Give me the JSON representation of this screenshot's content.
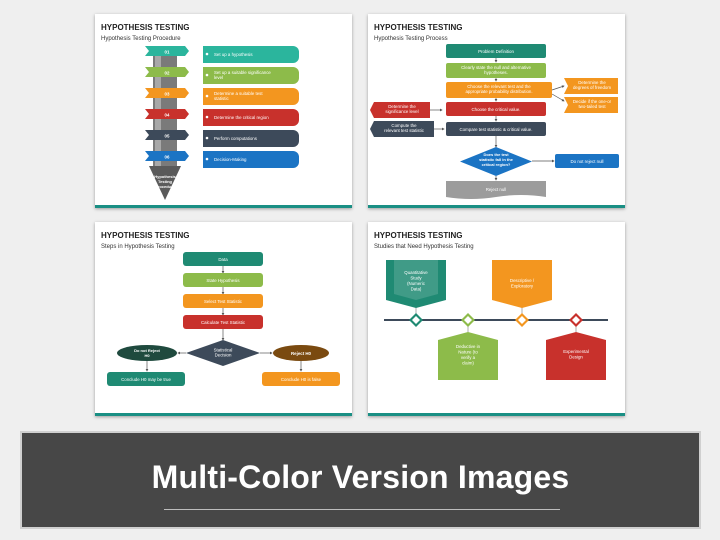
{
  "slides": [
    {
      "title": "HYPOTHESIS TESTING",
      "subtitle": "Hypothesis Testing Procedure",
      "steps": [
        {
          "num": "01",
          "text": "Set up a hypothesis",
          "color": "#2bb59d"
        },
        {
          "num": "02",
          "text": "Set up a suitable significance level",
          "color": "#8dbb4a"
        },
        {
          "num": "03",
          "text": "Determine a suitable test statistic",
          "color": "#f3961f"
        },
        {
          "num": "04",
          "text": "Determine the critical region",
          "color": "#c8312c"
        },
        {
          "num": "05",
          "text": "Perform computations",
          "color": "#3d4a5a"
        },
        {
          "num": "06",
          "text": "Decision-Making",
          "color": "#1b74c4"
        }
      ],
      "arrow_label": "Hypothesis Testing Procedure"
    },
    {
      "title": "HYPOTHESIS TESTING",
      "subtitle": "Hypothesis Testing Process",
      "problem": "Problem Definition",
      "state": "Clearly state the null and alternative hypotheses.",
      "choose_test": "Choose the relevant test and the appropriate probability distribution.",
      "choose_crit": "Choose the critical value.",
      "compare": "Compare test statistic & critical value.",
      "determine_sig": "Determine the significance level",
      "compute_stat": "Compute the relevant test statistic",
      "determine_dof": "Determine the degrees of freedom",
      "decide_tail": "Decide if the one-or two-tailed test",
      "question": "Does the test statistic fall in the critical region?",
      "no_reject": "Do not reject null",
      "reject": "Reject null"
    },
    {
      "title": "HYPOTHESIS TESTING",
      "subtitle": "Steps in Hypothesis Testing",
      "data": "Data",
      "state": "State Hypothesis",
      "select": "Select Test Statistic",
      "calculate": "Calculate Test Statistic",
      "decision": "Statistical Decision",
      "do_not_reject": "Do not Reject H0",
      "reject": "Reject H0",
      "conclude_true": "Conclude H0 may be true",
      "conclude_false": "Conclude H0 is false"
    },
    {
      "title": "HYPOTHESIS TESTING",
      "subtitle": "Studies that Need Hypothesis Testing",
      "items": [
        {
          "text": "Quantitative Study (Numeric Data)",
          "color": "#1f8a73"
        },
        {
          "text": "Deductive in Nature (to verify a claim)",
          "color": "#8dbb4a"
        },
        {
          "text": "Descriptive / Exploratory",
          "color": "#f3961f"
        },
        {
          "text": "Experimental Design",
          "color": "#c8312c"
        }
      ]
    }
  ],
  "banner": "Multi-Color Version Images"
}
